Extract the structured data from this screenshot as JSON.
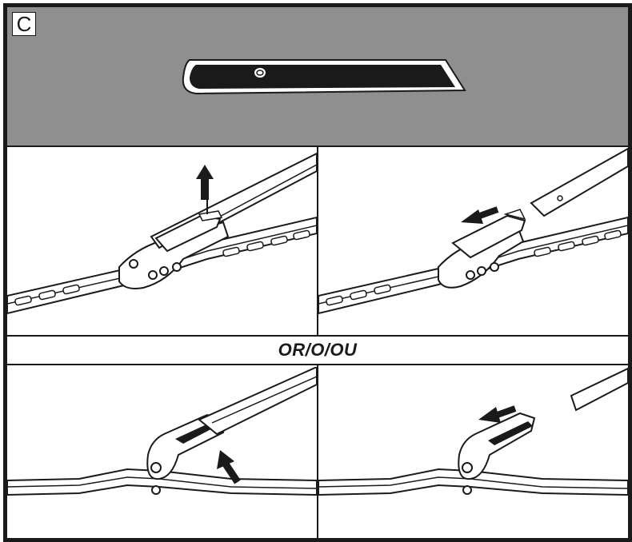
{
  "step": {
    "label": "C"
  },
  "divider": {
    "text": "OR/O/OU"
  },
  "colors": {
    "background_top": "#8f8f8f",
    "ink": "#1a1a1a",
    "paper": "#ffffff"
  },
  "panels": [
    {
      "id": "adapter-insert",
      "icon": "adapter-clip-icon"
    },
    {
      "id": "lift-tab",
      "icon": "up-arrow-icon"
    },
    {
      "id": "slide-off-arm",
      "icon": "left-arrow-icon"
    },
    {
      "id": "press-release",
      "icon": "press-arrow-icon"
    },
    {
      "id": "slide-out",
      "icon": "left-arrow-icon"
    }
  ]
}
